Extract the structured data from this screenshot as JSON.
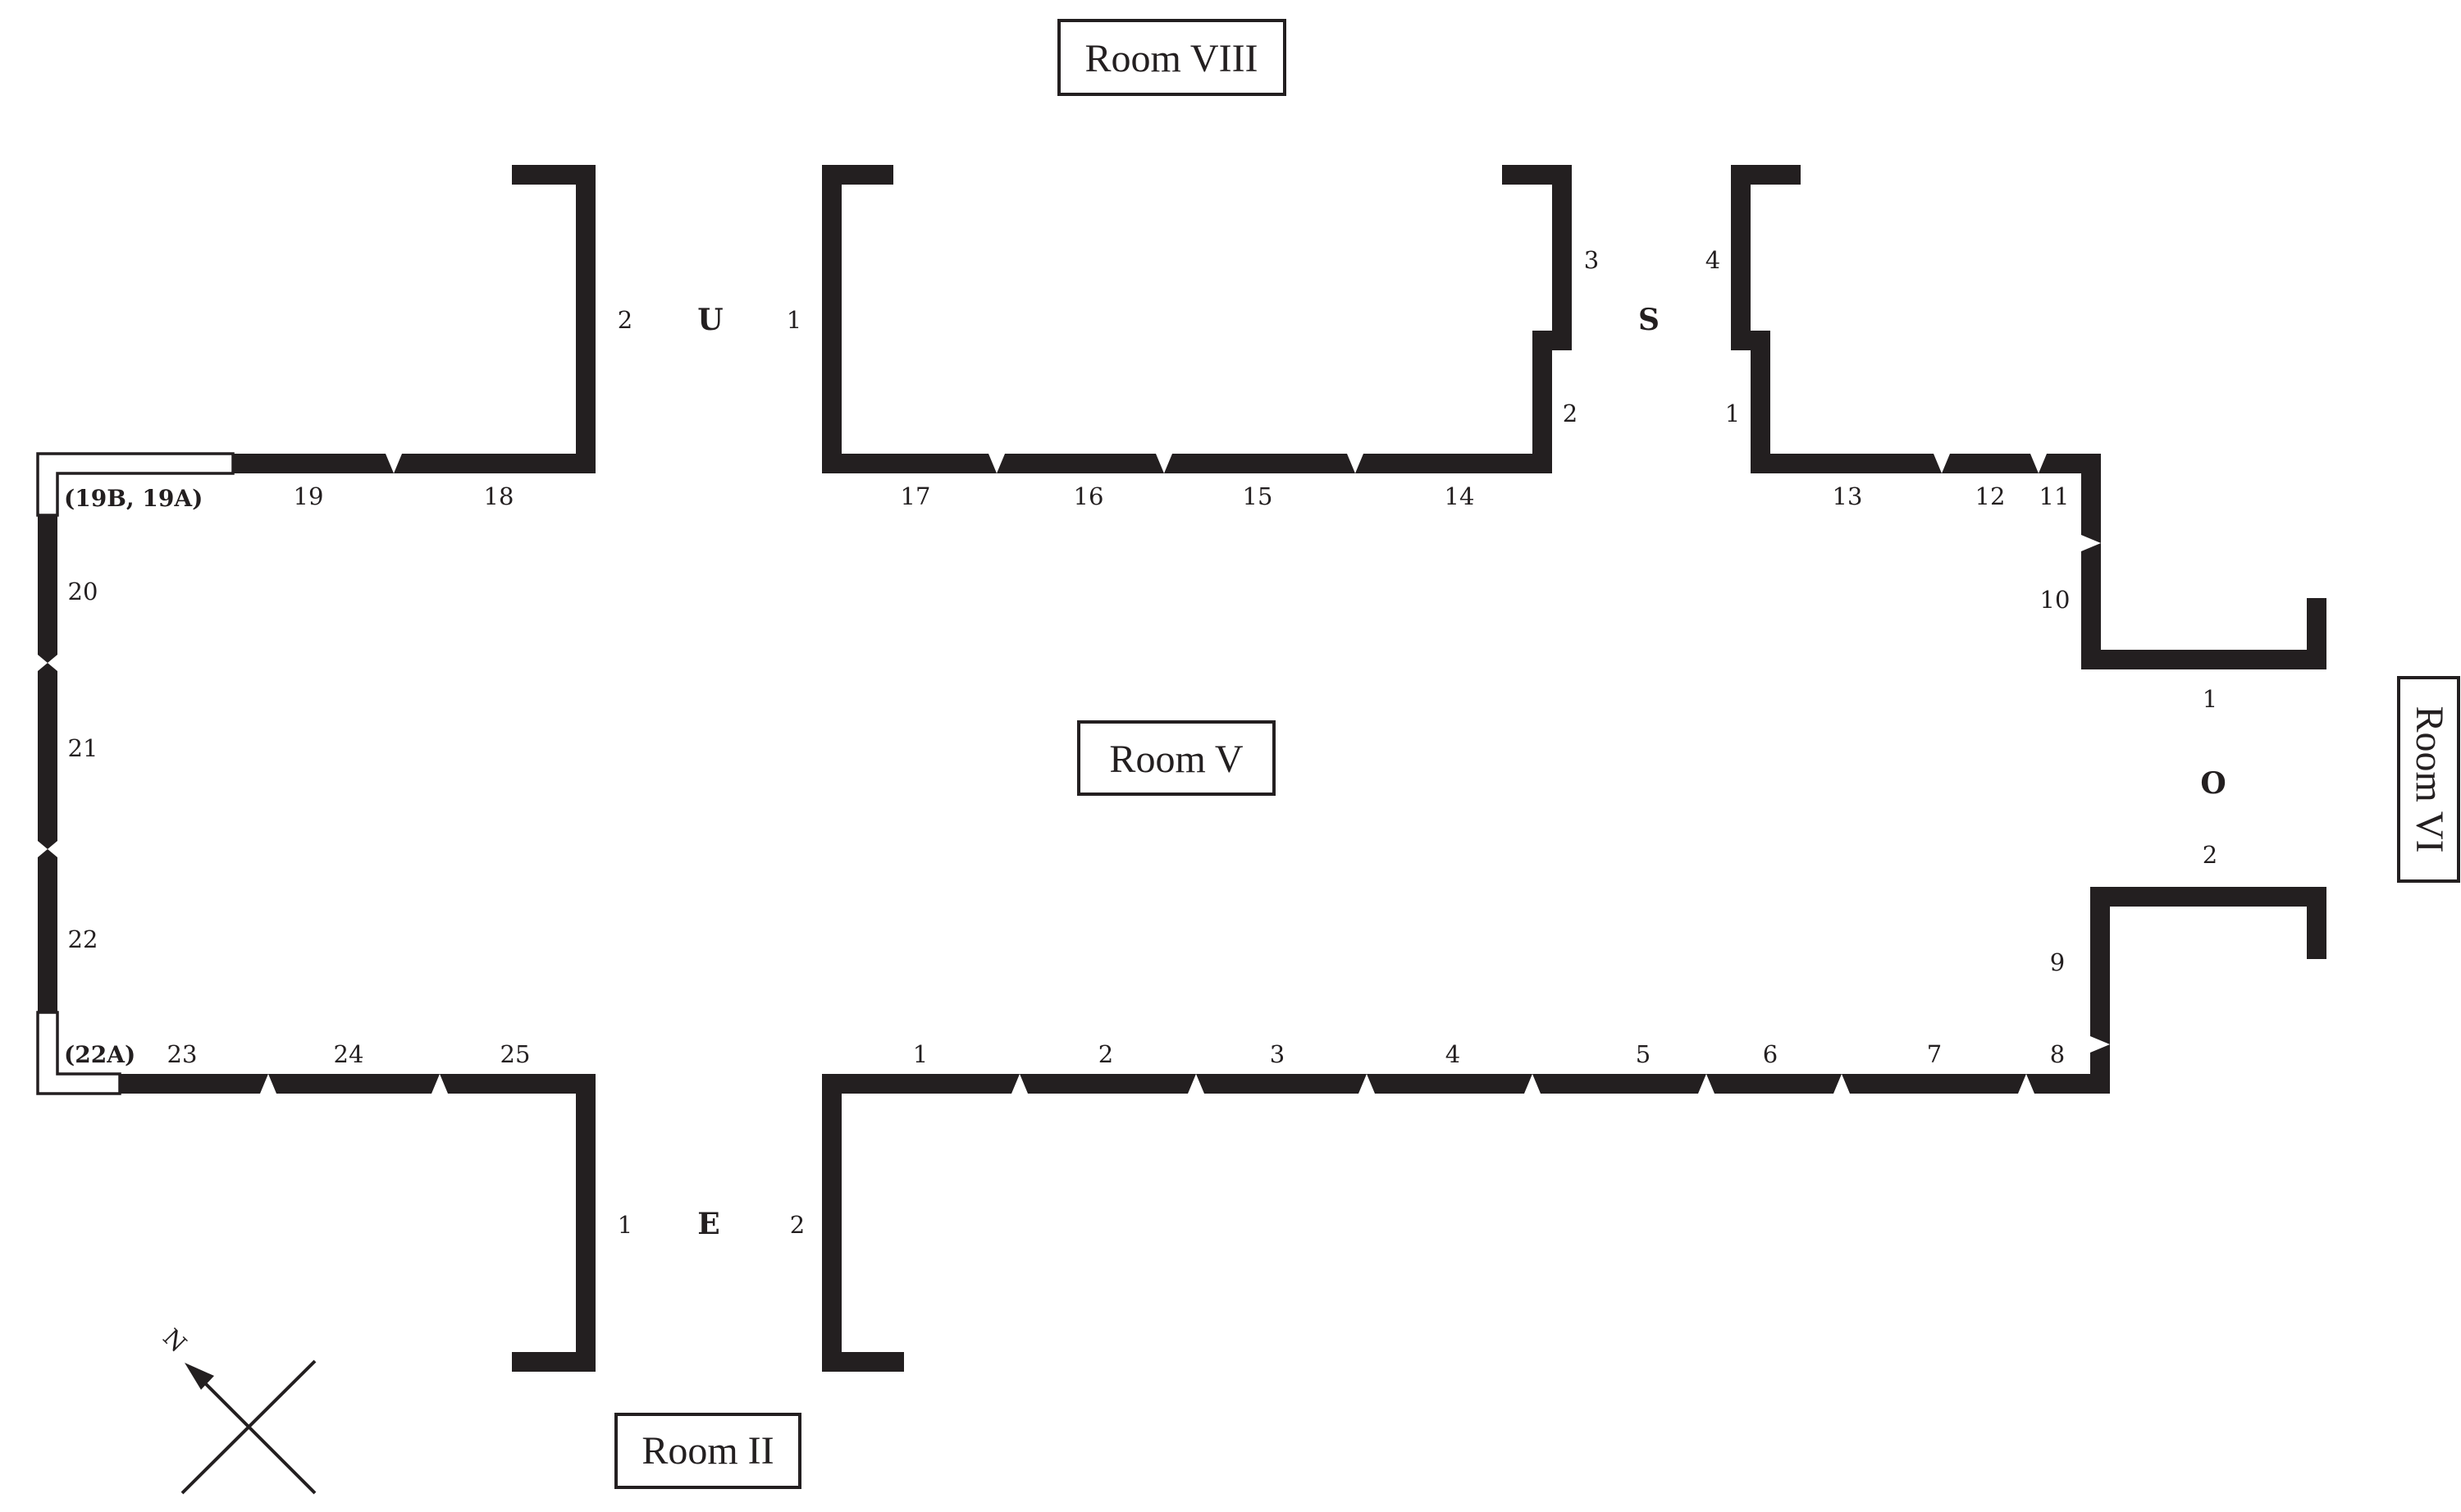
{
  "rooms": {
    "top": "Room VIII",
    "center": "Room V",
    "bottom": "Room II",
    "right": "Room VI"
  },
  "doors": {
    "u": "U",
    "s": "S",
    "e": "E",
    "o": "O"
  },
  "door_jambs": {
    "u_left": "2",
    "u_right": "1",
    "s_left_upper": "3",
    "s_left_lower": "2",
    "s_right_upper": "4",
    "s_right_lower": "1",
    "e_left": "1",
    "e_right": "2",
    "o_top": "1",
    "o_bottom": "2"
  },
  "panels": {
    "bottom": [
      "1",
      "2",
      "3",
      "4",
      "5",
      "6",
      "7",
      "8"
    ],
    "right": [
      "9",
      "10"
    ],
    "top": [
      "11",
      "12",
      "13",
      "14",
      "15",
      "16",
      "17",
      "18",
      "19"
    ],
    "left": [
      "20",
      "21",
      "22"
    ],
    "bottom_left": [
      "23",
      "24",
      "25"
    ]
  },
  "corners": {
    "top_left": "(19B, 19A)",
    "bottom_left": "(22A)"
  },
  "compass": {
    "north": "N"
  },
  "colors": {
    "wall": "#231f20",
    "background": "#ffffff"
  }
}
